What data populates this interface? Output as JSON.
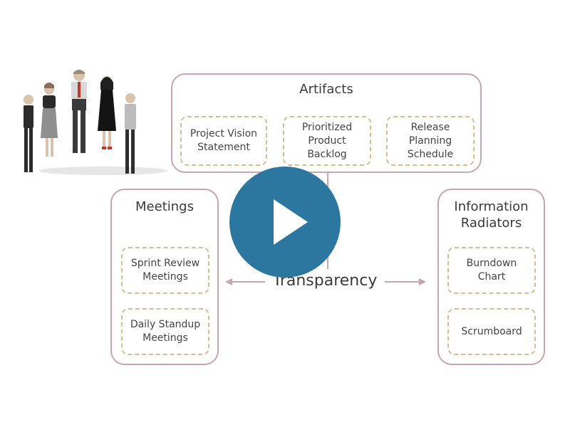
{
  "diagram": {
    "center_label": "Transparency",
    "groups": {
      "artifacts": {
        "title": "Artifacts",
        "items": [
          "Project Vision\nStatement",
          "Prioritized\nProduct\nBacklog",
          "Release\nPlanning\nSchedule"
        ]
      },
      "meetings": {
        "title": "Meetings",
        "items": [
          "Sprint Review\nMeetings",
          "Daily Standup\nMeetings"
        ]
      },
      "info_radiators": {
        "title": "Information\nRadiators",
        "items": [
          "Burndown\nChart",
          "Scrumboard"
        ]
      }
    }
  },
  "colors": {
    "group_border": "#c9a5ad",
    "item_border": "#d2bf94",
    "connector": "#c9a5ad",
    "play_button": "#2b77a0"
  },
  "icons": [
    "people-group-illustration",
    "play-icon",
    "arrow-left-icon",
    "arrow-right-icon"
  ]
}
